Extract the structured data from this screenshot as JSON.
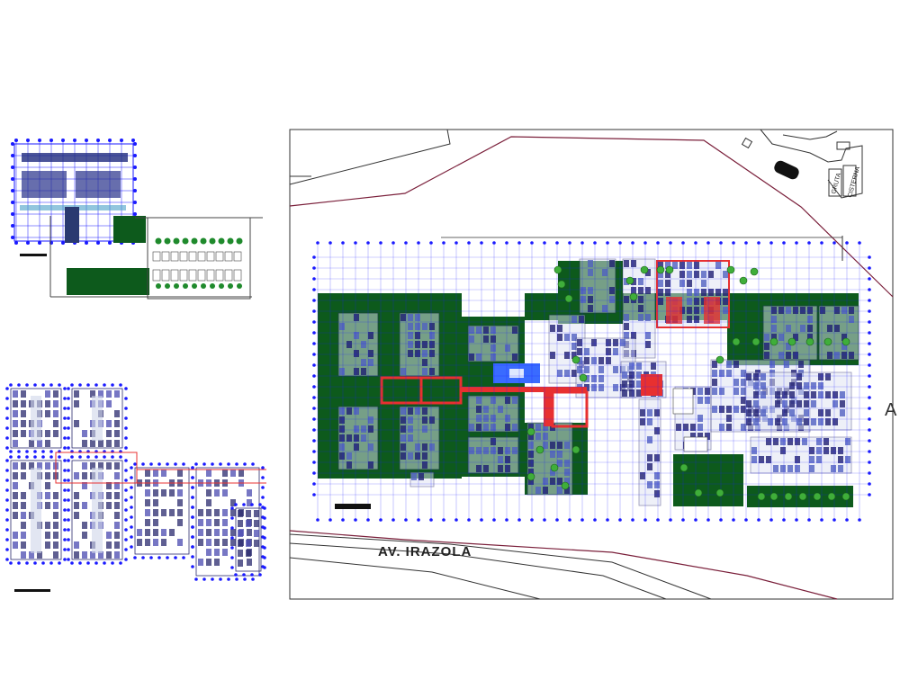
{
  "drawing": {
    "street_label": "AV. IRAZOLA",
    "edge_label": "A",
    "gate_label_1": "GRUTA",
    "gate_label_2": "CISTERNA"
  },
  "colors": {
    "background": "#ffffff",
    "frame": "#333333",
    "property_line": "#7a1f3a",
    "grid": "#1a1aff",
    "grid_node": "#1a1aff",
    "landscape": "#0d5a1c",
    "walls": "#2a2a6e",
    "highlight_red": "#e83030",
    "water": "#3a6bff"
  }
}
